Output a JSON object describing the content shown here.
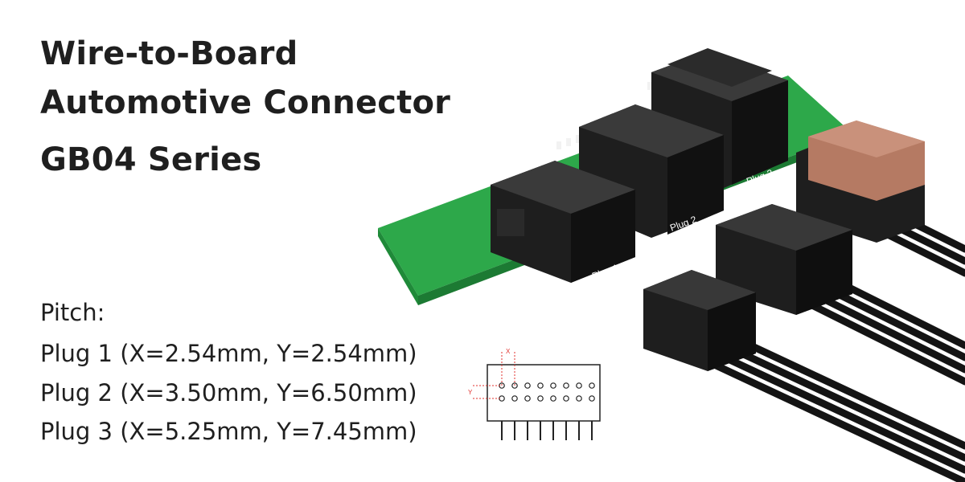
{
  "headline": {
    "line1": "Wire-to-Board",
    "line2": "Automotive Connector",
    "line3": "GB04 Series"
  },
  "pitch": {
    "heading": "Pitch:",
    "plug1": "Plug 1 (X=2.54mm, Y=2.54mm)",
    "plug2": "Plug 2 (X=3.50mm, Y=6.50mm)",
    "plug3": "Plug 3 (X=5.25mm, Y=7.45mm)"
  },
  "board_labels": {
    "plug1": "Plug 1",
    "plug2": "Plug 2",
    "plug3": "Plug 3"
  },
  "diagram": {
    "x_label": "X",
    "y_label": "Y"
  },
  "colors": {
    "pcb": "#2da84a",
    "connector": "#1e1e1e",
    "plug3_latch": "#b57a63",
    "dimension_marker": "#e0322e"
  }
}
